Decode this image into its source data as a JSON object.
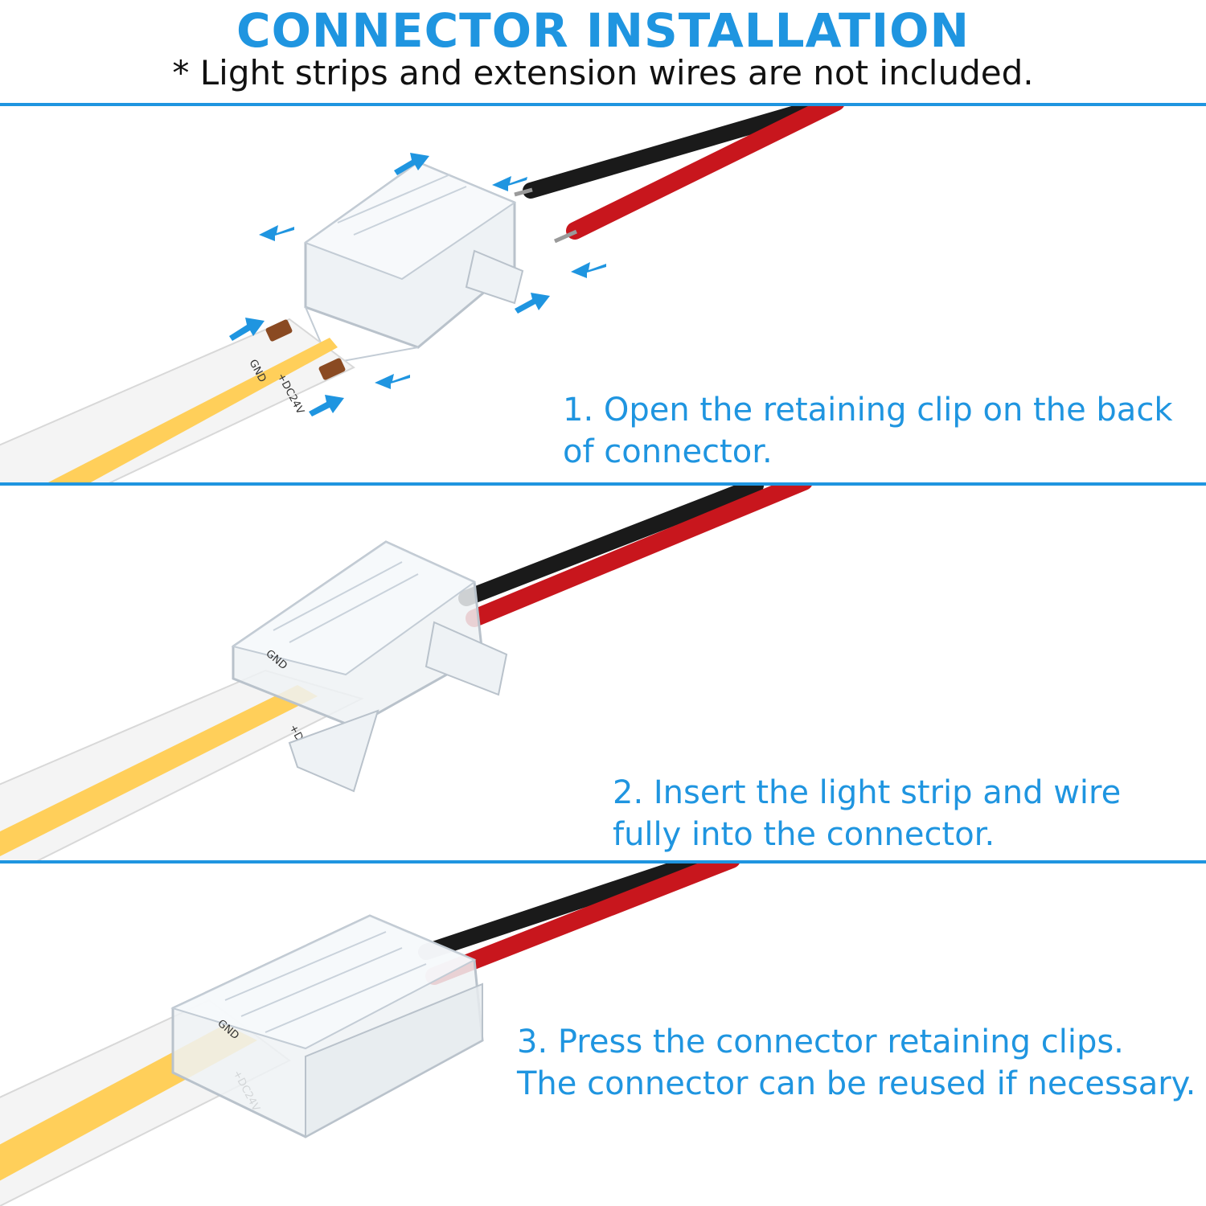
{
  "header": {
    "title": "CONNECTOR INSTALLATION",
    "subtitle": "* Light strips and extension wires are not included."
  },
  "steps": [
    {
      "line1": "1. Open the retaining clip on the back",
      "line2": "of connector."
    },
    {
      "line1": "2. Insert the light strip and wire",
      "line2": "fully into the connector."
    },
    {
      "line1": "3. Press the connector retaining clips.",
      "line2": "The connector can be reused if necessary."
    }
  ],
  "strip_labels": {
    "gnd": "GND",
    "voltage": "+DC24V"
  },
  "colors": {
    "accent": "#1f95e0",
    "strip_yellow": "#ffcf5a",
    "wire_red": "#c8161d",
    "wire_black": "#1a1a1a",
    "copper": "#8a4a22"
  }
}
